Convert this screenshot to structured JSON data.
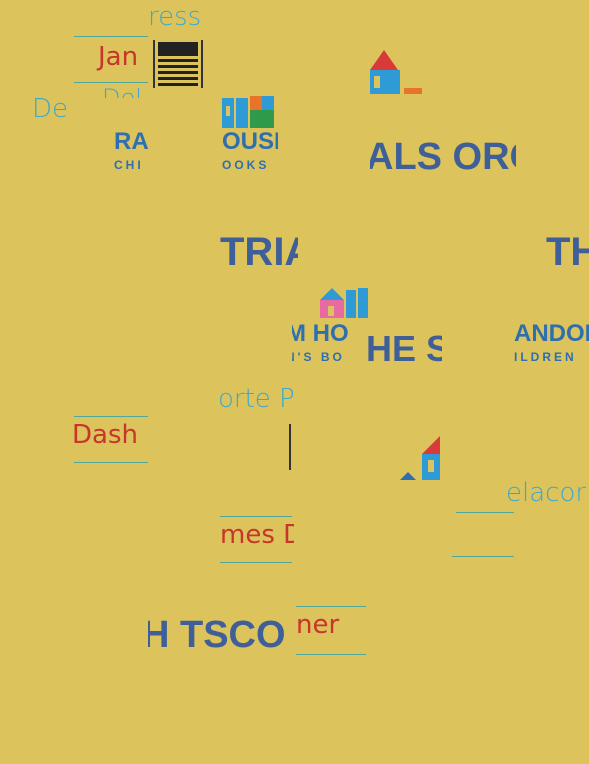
{
  "page": {
    "background": "#dcc35c"
  },
  "colors": {
    "teal": "#3fa8c8",
    "red": "#c8352a",
    "navy": "#3f5f98",
    "rule": "#4fa89a",
    "house_red": "#d83a3a",
    "house_blue": "#2e9bd6",
    "house_pink": "#e86aa0",
    "house_green": "#2e9a4a",
    "house_orange": "#e8742a"
  },
  "fragments": {
    "press_top": "ress",
    "jan": "Jan",
    "de": "De",
    "dash_cut_top": "Del",
    "ra": "RA",
    "chi": "CHI",
    "ouse": "OUSE",
    "ooks": "OOKS",
    "als_orc": "ALS ORC",
    "tria": "TRIA",
    "th": "TH",
    "m_ho": "M HO",
    "ns_bo": "N'S BO",
    "he_s": "HE S",
    "andom": "ANDOM",
    "ildren": "ILDREN",
    "orte_pr": "orte Pr",
    "dash": "Dash",
    "elacor": "elacor",
    "mes_d": "mes D",
    "h_tsco": "H TSCO",
    "ner": "ner"
  },
  "icons": {
    "striped_book": "striped-book-icon",
    "house_red": "house-logo-icon",
    "house_pink": "house-logo-icon",
    "house_multi": "house-logo-icon"
  }
}
